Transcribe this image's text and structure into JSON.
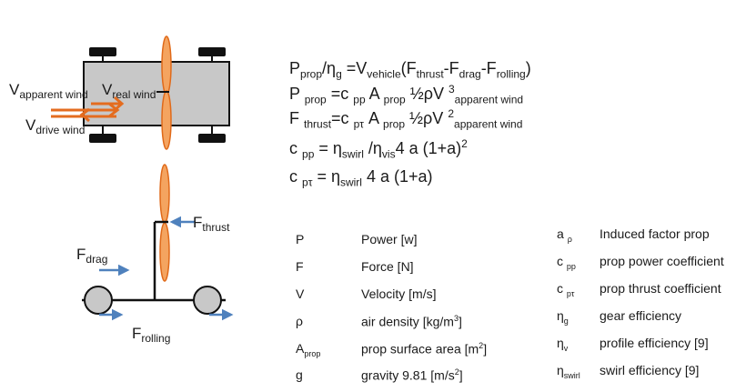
{
  "top_view": {
    "v_apparent": {
      "main": "V",
      "sub": "apparent wind"
    },
    "v_real": {
      "main": "V",
      "sub": "real wind"
    },
    "v_drive": {
      "main": "V",
      "sub": "drive wind"
    }
  },
  "side_view": {
    "f_thrust": {
      "main": "F",
      "sub": "thrust"
    },
    "f_drag": {
      "main": "F",
      "sub": "drag"
    },
    "f_rolling": {
      "main": "F",
      "sub": "rolling"
    }
  },
  "equations": {
    "e1": {
      "p": "P",
      "prop1": "prop",
      "slash": "/η",
      "g": "g",
      "eq": " =V",
      "vehicle": "vehicle",
      "paren": "(F",
      "thrust": "thrust",
      "minus1": "-F",
      "drag": "drag",
      "minus2": "-F",
      "rolling": "rolling",
      "close": ")"
    },
    "e2": {
      "p": "P",
      "prop": "prop",
      "eqc": " =c",
      "pp": "pp",
      "a": " A",
      "prop2": "prop",
      "half": " ½ρV",
      "exp": "3",
      "aw": "apparent wind"
    },
    "e3": {
      "f": "F",
      "thrust": "thrust",
      "eqc": "=c",
      "pt": "pτ",
      "a": " A",
      "prop": "prop",
      "half": " ½ρV",
      "exp": "2",
      "aw": "apparent wind"
    },
    "e4": {
      "c": "c",
      "pp": "pp",
      "eta1": " = η",
      "swirl": "swirl",
      "eta2": " /η",
      "vis": "vis",
      "rest": "4 a (1+a)",
      "exp": "2"
    },
    "e5": {
      "c": "c",
      "pt": "pτ",
      "eta": " = η",
      "swirl": "swirl",
      "rest": " 4 a (1+a)"
    }
  },
  "legend_left": [
    {
      "sym": "P",
      "sub": "",
      "desc": "Power [w]",
      "sup": ""
    },
    {
      "sym": "F",
      "sub": "",
      "desc": "Force [N]",
      "sup": ""
    },
    {
      "sym": "V",
      "sub": "",
      "desc": "Velocity [m/s]",
      "sup": ""
    },
    {
      "sym": "ρ",
      "sub": "",
      "desc": "air density  [kg/m",
      "sup": "3",
      "tail": "]"
    },
    {
      "sym": "A",
      "sub": "prop",
      "desc": " prop surface area [m",
      "sup": "2",
      "tail": "]"
    },
    {
      "sym": "g",
      "sub": "",
      "desc": "gravity 9.81 [m/s",
      "sup": "2",
      "tail": "]"
    }
  ],
  "legend_right": [
    {
      "sym": "a",
      "sub": "ρ",
      "desc": "Induced factor prop"
    },
    {
      "sym": "c",
      "sub": "pp",
      "desc": "prop power coefficient"
    },
    {
      "sym": "c",
      "sub": "pτ",
      "desc": "prop thrust coefficient"
    },
    {
      "sym": "η",
      "sub": "g",
      "desc": "gear efficiency"
    },
    {
      "sym": "η",
      "sub": "v",
      "desc": "profile  efficiency [9]"
    },
    {
      "sym": "η",
      "sub": "swirl",
      "desc": "swirl  efficiency [9]"
    }
  ],
  "colors": {
    "body": "#c8c8c8",
    "propeller": "#f4a460",
    "prop_stroke": "#e06a1a",
    "wind_arrow": "#e46c1f",
    "force_arrow": "#4f81bd",
    "wheel": "#c8c8c8"
  }
}
